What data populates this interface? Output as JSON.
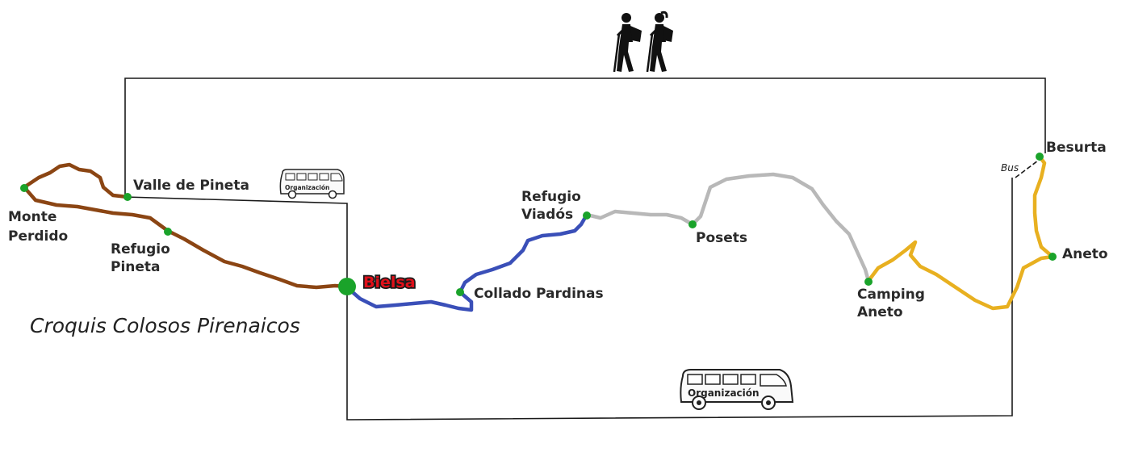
{
  "caption": "Croquis Colosos Pirenaicos",
  "bus_label": "Bus",
  "vans": {
    "small_label": "Organización",
    "large_label": "Organización"
  },
  "points": {
    "monte_perdido": [
      "Monte",
      "Perdido"
    ],
    "valle_pineta": [
      "Valle de Pineta"
    ],
    "refugio_pineta": [
      "Refugio",
      "Pineta"
    ],
    "bielsa": [
      "Bielsa"
    ],
    "collado_pardinas": [
      "Collado Pardinas"
    ],
    "refugio_viados": [
      "Refugio",
      "Viadós"
    ],
    "posets": [
      "Posets"
    ],
    "camping_aneto": [
      "Camping",
      "Aneto"
    ],
    "aneto": [
      "Aneto"
    ],
    "besurta": [
      "Besurta"
    ]
  },
  "colors": {
    "stage_1": "#8b4513",
    "stage_2": "#3a4fb8",
    "stage_3": "#b8b8b8",
    "stage_4": "#e8b020",
    "point": "#1aa32a",
    "road": "#1a1a1a",
    "bielsa_label": "#e0101a"
  }
}
